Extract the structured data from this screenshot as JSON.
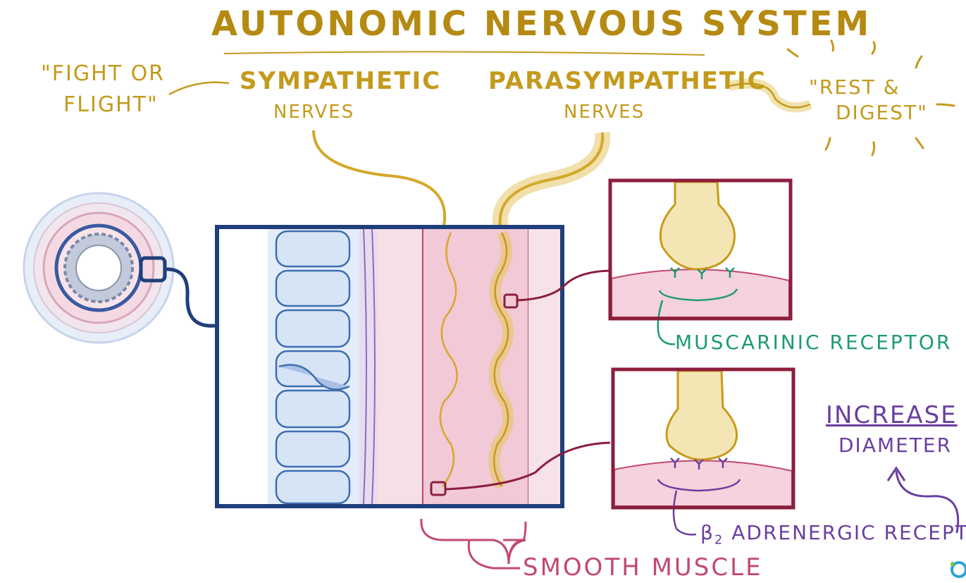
{
  "title": "Autonomic Nervous System",
  "labels": {
    "fight_line1": "\"Fight or",
    "fight_line2": "Flight\"",
    "sympathetic": "Sympathetic",
    "sympathetic_sub": "Nerves",
    "parasympathetic": "Parasympathetic",
    "parasympathetic_sub": "Nerves",
    "rest_line1": "\"Rest &",
    "rest_line2": "Digest\"",
    "muscarinic": "Muscarinic Receptor",
    "beta_prefix": "β",
    "beta_sub": "2",
    "beta_rest": " Adrenergic Receptor",
    "increase": "Increase",
    "diameter": "Diameter",
    "smooth_muscle": "Smooth Muscle"
  },
  "colors": {
    "title_gold": "#b58a12",
    "nerve_gold": "#d4a82a",
    "frame_blue": "#1f3f7a",
    "frame_maroon": "#8a1f3c",
    "muscarinic_green": "#1e9a72",
    "beta_purple": "#6a3fa0",
    "smooth_pink": "#c24a6e"
  },
  "icons": {
    "vessel": "blood-vessel-cross-section-icon",
    "logo": "osmosis-logo-icon"
  }
}
